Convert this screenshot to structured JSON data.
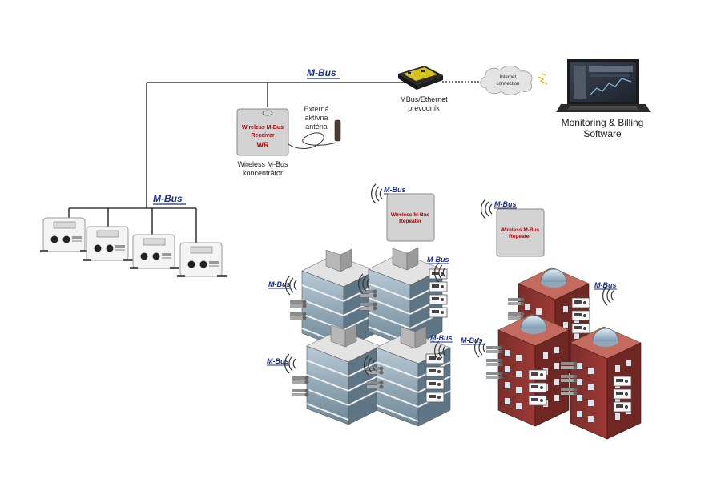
{
  "mbus_label_main": "M-Bus",
  "mbus_label_meters": "M-Bus",
  "wireless_receiver": {
    "line1": "Wireless M-Bus",
    "line2": "Receiver",
    "line3": "WR",
    "caption_line1": "Wireless M-Bus",
    "caption_line2": "koncentrátor"
  },
  "antenna_label": {
    "line1": "Externá",
    "line2": "aktívna",
    "line3": "anténa"
  },
  "converter_label": {
    "line1": "MBus/Ethernet",
    "line2": "prevodník"
  },
  "internet_label": {
    "line1": "Internet",
    "line2": "connection"
  },
  "software_label": {
    "line1": "Monitoring & Billing",
    "line2": "Software"
  },
  "repeater_1": {
    "line1": "Wireless M-Bus",
    "line2": "Repeater"
  },
  "repeater_2": {
    "line1": "Wireless M-Bus",
    "line2": "Repeater"
  },
  "mini_mbus_label": "M-Bus",
  "colors": {
    "wire": "#111111",
    "mbus_text": "#1a2c8c",
    "receiver_red": "#b00000",
    "box_gray": "#d3d3d3"
  }
}
